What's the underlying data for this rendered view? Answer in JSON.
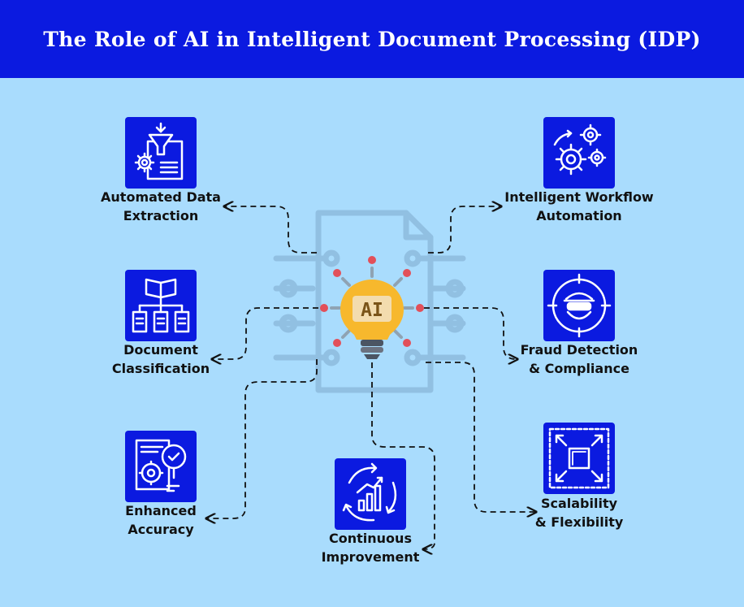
{
  "header": {
    "title": "The Role of AI in Intelligent Document Processing (IDP)"
  },
  "center": {
    "label": "AI"
  },
  "colors": {
    "header_bg": "#0b1ae0",
    "page_bg": "#a9dcfd",
    "icon_bg": "#0b1ae0",
    "bulb": "#f7b82d",
    "node_dot": "#e2505a"
  },
  "nodes": [
    {
      "label": "Automated Data\nExtraction",
      "icon": "data-extraction-funnel-icon"
    },
    {
      "label": "Intelligent Workflow\nAutomation",
      "icon": "gears-icon"
    },
    {
      "label": "Document\nClassification",
      "icon": "document-hierarchy-icon"
    },
    {
      "label": "Fraud Detection\n& Compliance",
      "icon": "hacker-target-icon"
    },
    {
      "label": "Enhanced\nAccuracy",
      "icon": "magnifier-check-icon"
    },
    {
      "label": "Continuous\nImprovement",
      "icon": "growth-cycle-icon"
    },
    {
      "label": "Scalability\n& Flexibility",
      "icon": "expand-arrows-icon"
    }
  ]
}
